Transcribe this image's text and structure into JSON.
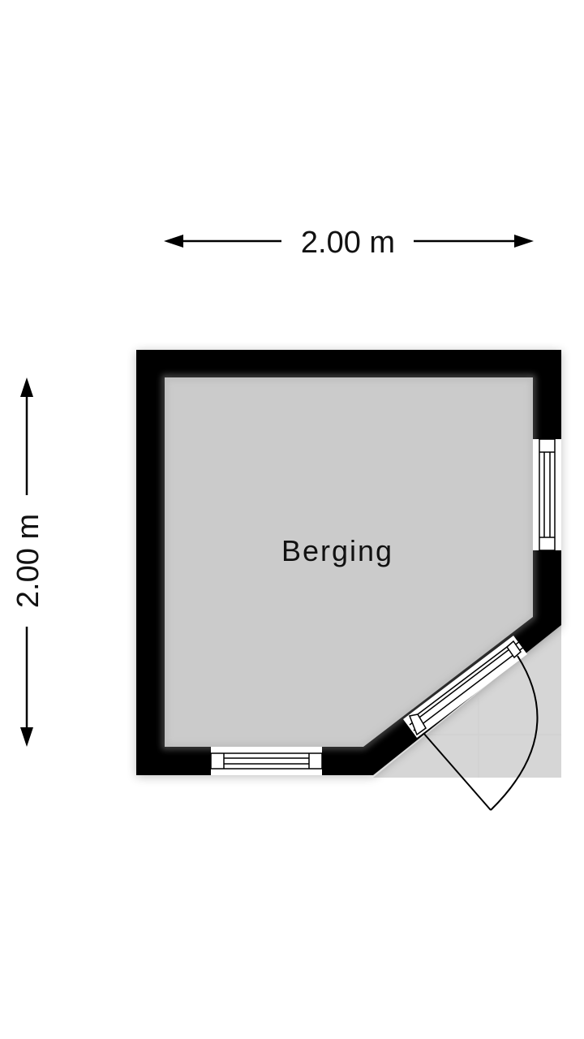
{
  "floorplan": {
    "room": {
      "label": "Berging",
      "fill": "#cbcbcb"
    },
    "wall_color": "#000000",
    "exterior_fill": "#d4d4d4",
    "dimensions": {
      "horizontal": {
        "label": "2.00 m"
      },
      "vertical": {
        "label": "2.00 m"
      }
    },
    "openings": [
      {
        "type": "window",
        "location": "right-wall"
      },
      {
        "type": "window",
        "location": "bottom-wall"
      },
      {
        "type": "door",
        "location": "diagonal-corner",
        "swing": "outward"
      }
    ]
  }
}
